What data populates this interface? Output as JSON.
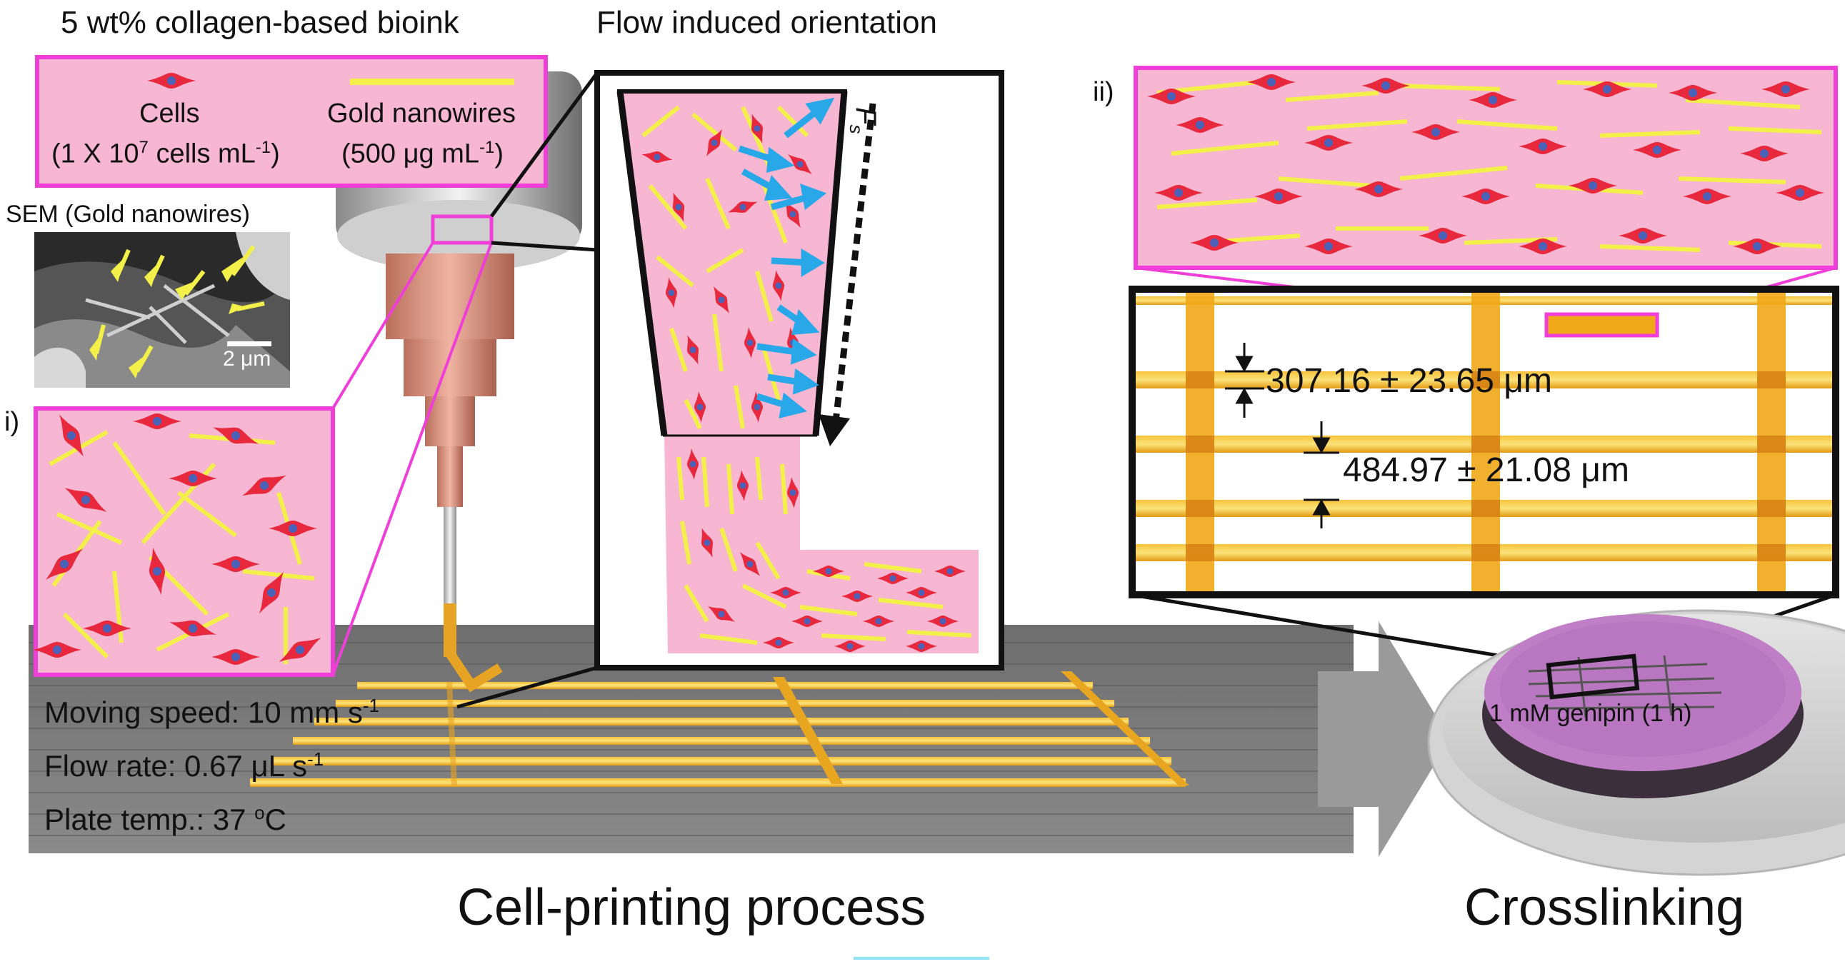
{
  "header": {
    "bioink_title": "5 wt% collagen-based bioink",
    "flow_title": "Flow induced orientation"
  },
  "bioink": {
    "cells_label": "Cells",
    "cells_conc": "(1 X 10",
    "cells_sup": "7",
    "cells_unit": " cells mL",
    "cells_unit_sup": "-1",
    "cells_close": ")",
    "nanowires_label": "Gold nanowires",
    "nanowires_conc": "(500 μg mL",
    "nanowires_sup": "-1",
    "nanowires_close": ")"
  },
  "sem": {
    "label": "SEM (Gold nanowires)",
    "scale": "2 μm"
  },
  "insets": {
    "i_label": "i)",
    "ii_label": "ii)"
  },
  "flow": {
    "force_label": "F",
    "force_sub": "s"
  },
  "grid": {
    "measure1": "307.16 ± 23.65 μm",
    "measure2": "484.97 ± 21.08 μm"
  },
  "params": {
    "speed": "Moving speed: 10 mm s",
    "speed_sup": "-1",
    "flow": "Flow rate: 0.67 μL s",
    "flow_sup": "-1",
    "temp": "Plate temp.: 37 ",
    "temp_sup": "o",
    "temp_unit": "C"
  },
  "dish": {
    "label": "1 mM genipin (1 h)"
  },
  "footer": {
    "printing": "Cell-printing process",
    "crosslinking": "Crosslinking"
  },
  "colors": {
    "pink": "#f7b6d2",
    "magenta": "#ef3fd8",
    "cell": "#e8283c",
    "nucleus": "#4a63b8",
    "wire": "#f4f04a",
    "gold": "#f0a818",
    "arrow": "#28a8e8"
  }
}
